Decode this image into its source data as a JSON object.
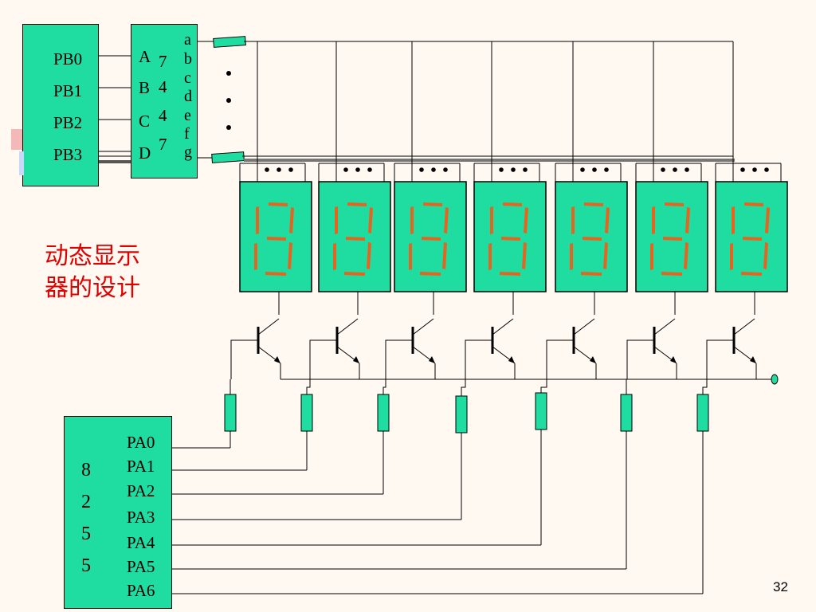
{
  "port_b": {
    "labels": [
      "PB0",
      "PB1",
      "PB2",
      "PB3"
    ]
  },
  "decoder": {
    "inputs": [
      "A",
      "B",
      "C",
      "D"
    ],
    "part_digits": [
      "7",
      "4",
      "4",
      "7"
    ],
    "segments": [
      "a",
      "b",
      "c",
      "d",
      "e",
      "f",
      "g"
    ]
  },
  "chip_8255": {
    "digits": [
      "8",
      "2",
      "5",
      "5"
    ]
  },
  "port_a": {
    "labels": [
      "PA0",
      "PA1",
      "PA2",
      "PA3",
      "PA4",
      "PA5",
      "PA6"
    ]
  },
  "title": {
    "line1": "动态显示",
    "line2": "器的设计"
  },
  "page_number": "32",
  "display": {
    "count": 7,
    "lit_digit": "8"
  },
  "colors": {
    "chip_fill": "#1fdca0",
    "segment_color": "#e8641e",
    "title_color": "#e00000",
    "background": "#fff9f2"
  }
}
